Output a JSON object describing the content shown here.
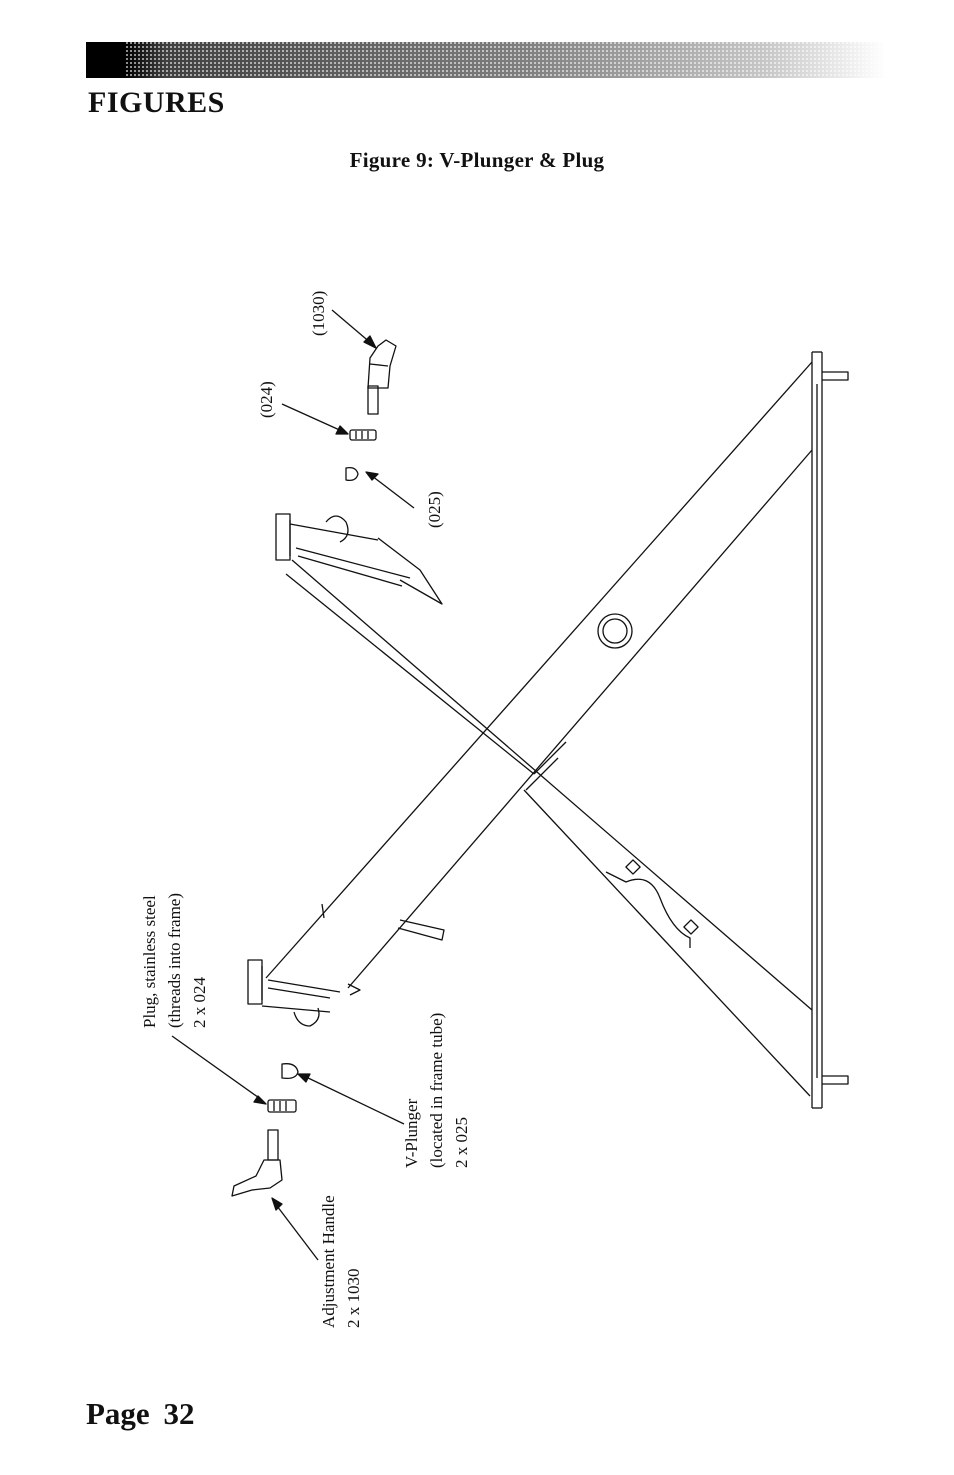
{
  "header": {
    "section_title": "FIGURES"
  },
  "figure": {
    "caption": "Figure 9: V-Plunger & Plug",
    "callouts": {
      "c1030": "(1030)",
      "c024": "(024)",
      "c025": "(025)",
      "plug_line1": "Plug, stainless steel",
      "plug_line2": "(threads into frame)",
      "plug_line3": "2 x 024",
      "vplunger_line1": "V-Plunger",
      "vplunger_line2": "(located in frame tube)",
      "vplunger_line3": "2 x 025",
      "handle_line1": "Adjustment Handle",
      "handle_line2": "2 x 1030"
    }
  },
  "footer": {
    "page_number": "Page 32"
  }
}
